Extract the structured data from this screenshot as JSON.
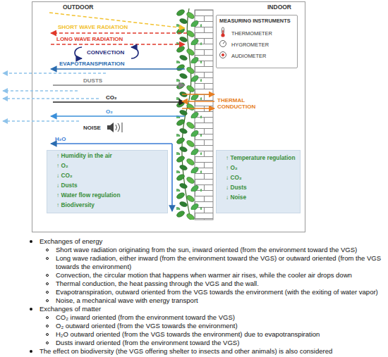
{
  "diagram": {
    "nodes": [
      {
        "text": [
          "OUTDOOR",
          "INDOOR"
        ]
      },
      {
        "text": [
          "MEASURING INSTRUMENTS",
          "THERMOMETER",
          "HYGROMETER",
          "AUDIOMETER"
        ],
        "in": 0
      },
      {
        "text": [
          "↑ Humidity in the air",
          "↑ O₂",
          "↓ CO₂",
          "↓ Dusts",
          "↑ Water flow regulation",
          "↑ Biodiversity"
        ],
        "in": 0
      },
      {
        "text": [
          "↑ Temperature regulation",
          "↑ O₂",
          "↓ CO₂",
          "↓ Dusts",
          "↓ Noise"
        ],
        "in": 0
      }
    ],
    "labels": [
      "SHORT WAVE RADIATION",
      "LONG WAVE RADIATION",
      "CONVECTION",
      "EVAPOTRANSPIRATION",
      "DUSTS",
      "CO₂",
      "O₂",
      "NOISE",
      "H₂O",
      "THERMAL CONDUCTION",
      "Exchanges of energy",
      "Short wave radiation originating from the sun, inward oriented (from the environment toward the VGS)",
      "Long wave radiation, either inward (from the environment toward the VGS) or outward oriented (from the VGS towards the environment)",
      "Convection, the circular motion that happens when warmer air rises, while the cooler air drops down",
      "Thermal conduction, the heat passing through the VGS and the wall.",
      "Evapotranspiration, outward oriented from the VGS towards the environment (with the exiting of water vapor)",
      "Noise, a mechanical wave with energy transport",
      "Exchanges of matter",
      "CO₂ inward oriented (from the environment toward the VGS)",
      "O₂ outward oriented (from the VGS towards the environment)",
      "H₂O outward oriented (from the VGS towards the environment) due to evapotranspiration",
      "Dusts inward oriented (from the environment toward the VGS)",
      "The effect on biodiversity (the VGS offering shelter to insects and other animals) is also considered"
    ]
  }
}
